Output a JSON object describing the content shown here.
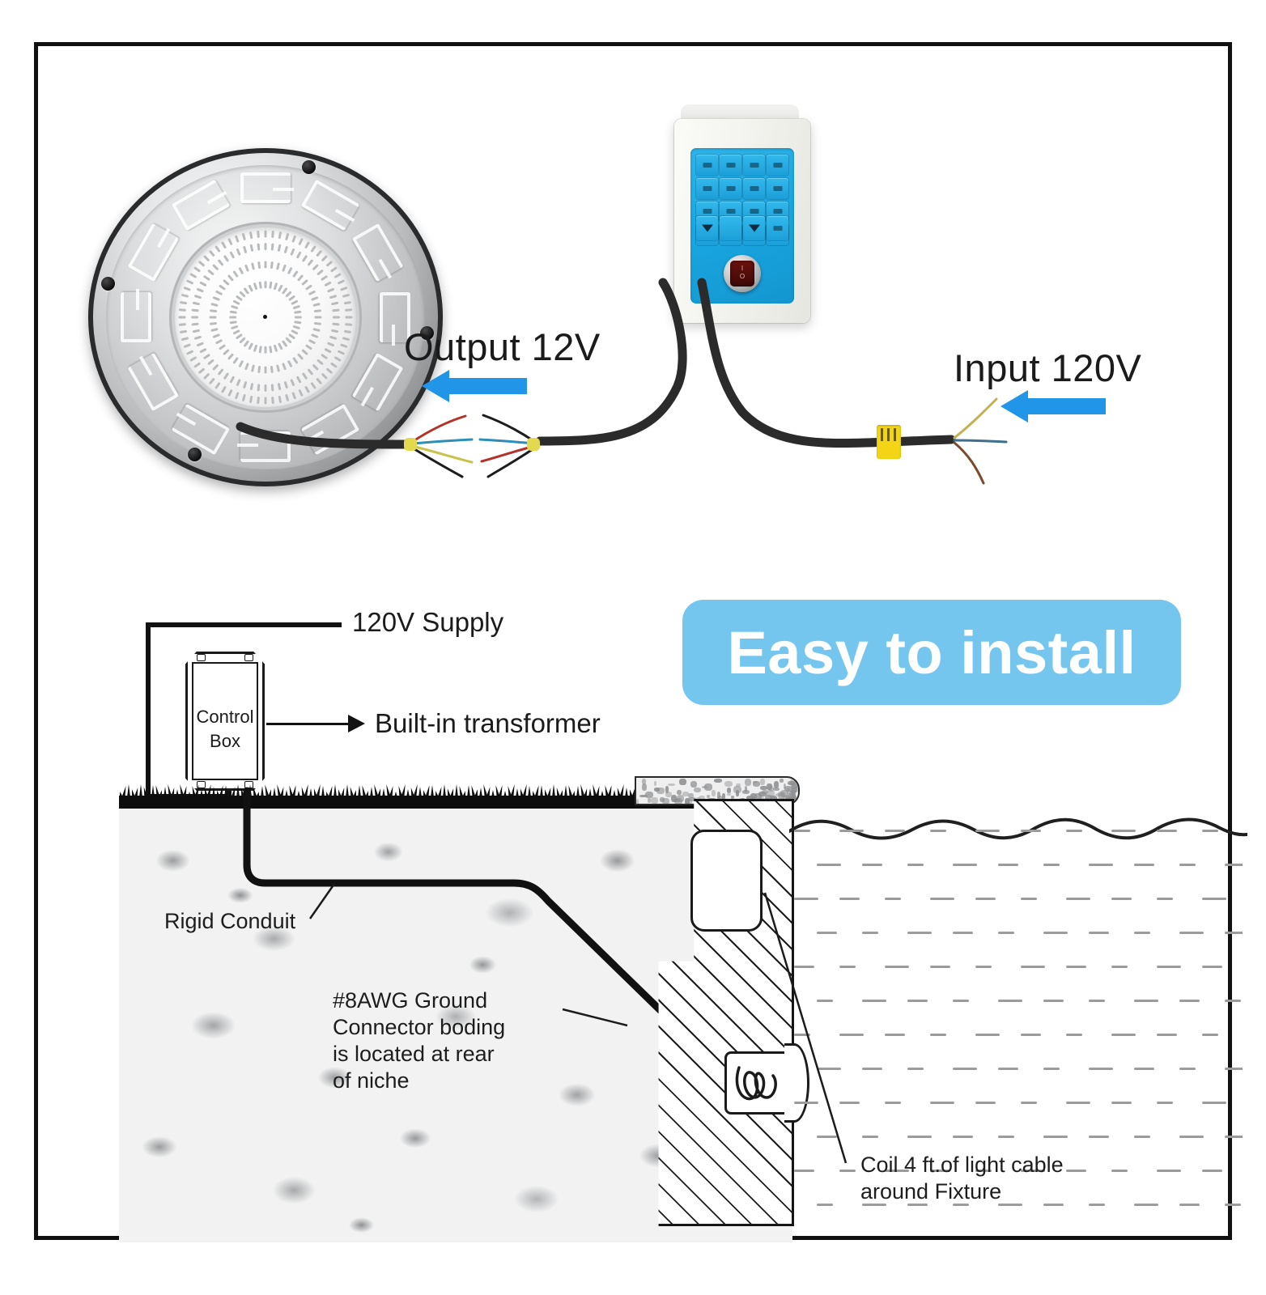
{
  "frame": {
    "border_color": "#111111"
  },
  "top_section": {
    "fixture": {
      "name": "pool-led-light-fixture",
      "bezel_pattern": "greek-key",
      "screw_count": 4,
      "lens_color": "#f7f7f7"
    },
    "control_box_photo": {
      "name": "led-controller-box",
      "housing_color": "#f4f4f0",
      "faceplate_color": "#19a7e2",
      "keypad_rows": 4,
      "keypad_columns": 4,
      "rocker_switch": {
        "label_on": "I",
        "label_off": "O",
        "color": "#5a0f0c"
      }
    },
    "labels": {
      "output": "Output 12V",
      "input": "Input 120V"
    },
    "arrow_color": "#2196e8",
    "connector_clip_color": "#f3d515"
  },
  "badge": {
    "text": "Easy to install",
    "background": "#74c6ef",
    "text_color": "#ffffff"
  },
  "diagram": {
    "supply_label": "120V Supply",
    "control_box": {
      "line1": "Control",
      "line2": "Box"
    },
    "transformer_label": "Built-in transformer",
    "conduit_label": "Rigid Conduit",
    "ground_note": [
      "#8AWG Ground",
      "Connector boding",
      "is located at rear",
      "of niche"
    ],
    "coil_note": [
      "Coil 4 ft.of light cable",
      "around Fixture"
    ],
    "colors": {
      "line": "#121212",
      "grass": "#0d0d0d",
      "soil": "#f2f2f2",
      "water_dash": "#9b9b9b"
    }
  }
}
